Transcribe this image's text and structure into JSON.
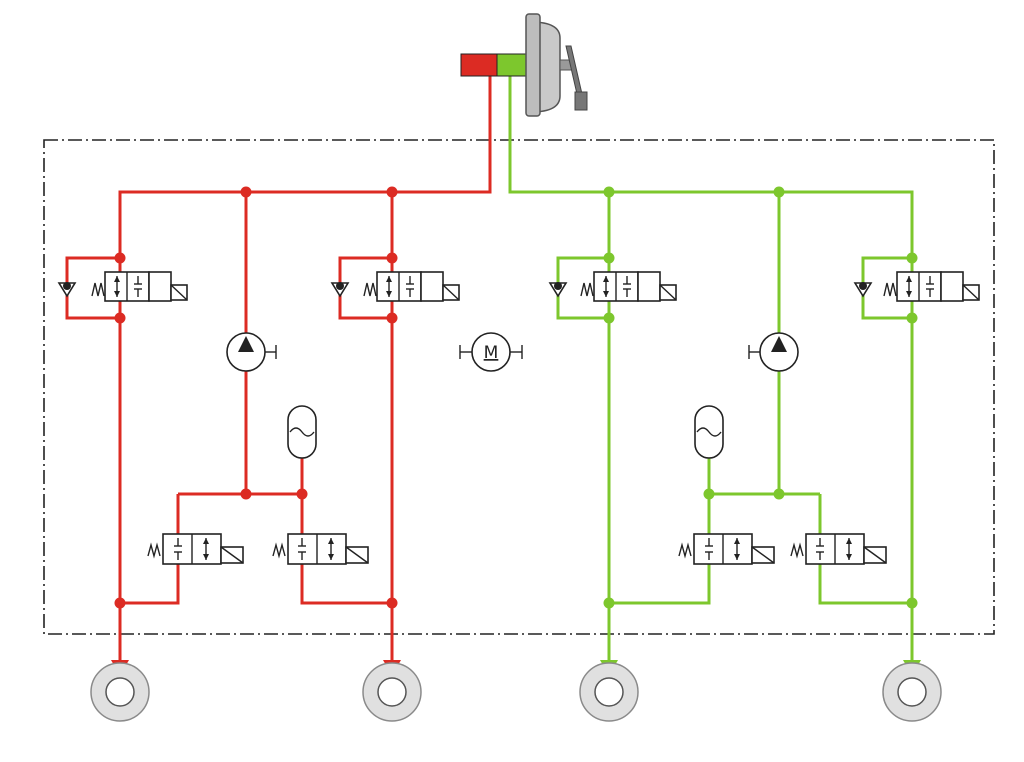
{
  "colors": {
    "circuit_1": "#dc2b23",
    "circuit_2": "#7dc72d",
    "symbol": "#222222",
    "housing_border": "#222222",
    "wheel_fill": "#e0e0e0",
    "wheel_stroke": "#8a8a8a",
    "booster_fill": "#c9c9c9"
  },
  "motor": {
    "label": "M",
    "icon": "motor-icon"
  },
  "components": {
    "master_cylinder": {
      "icon": "master-cylinder-icon"
    },
    "brake_booster": {
      "icon": "brake-booster-icon"
    },
    "brake_pedal": {
      "icon": "brake-pedal-icon"
    },
    "pumps": [
      {
        "icon": "pump-icon",
        "circuit": "circuit_1"
      },
      {
        "icon": "pump-icon",
        "circuit": "circuit_2"
      }
    ],
    "accumulators": [
      {
        "icon": "accumulator-icon",
        "circuit": "circuit_1"
      },
      {
        "icon": "accumulator-icon",
        "circuit": "circuit_2"
      }
    ],
    "inlet_valves": 4,
    "outlet_valves": 4,
    "wheel_brakes": 4
  }
}
